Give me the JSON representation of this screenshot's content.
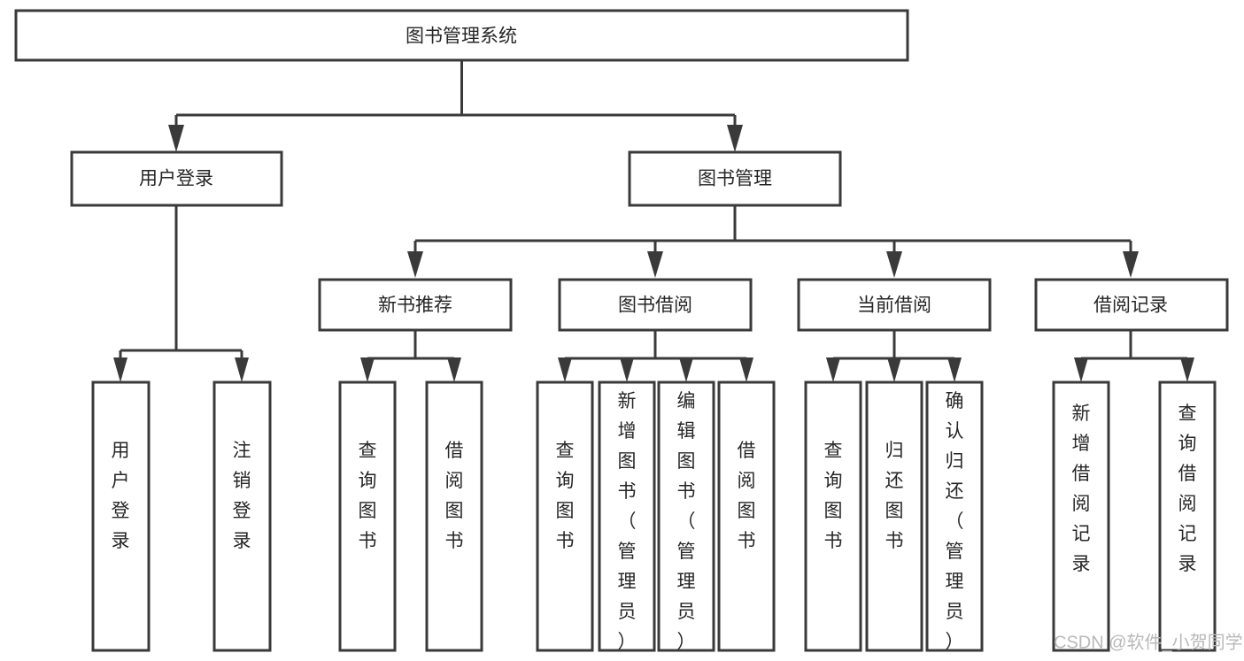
{
  "diagram": {
    "title": "图书管理系统",
    "type": "tree-hierarchy-diagram",
    "colors": {
      "background": "#ffffff",
      "box_stroke": "#3a3a3a",
      "box_fill": "#ffffff",
      "text": "#262626",
      "watermark": "#b9b9b9"
    },
    "root": {
      "label": "图书管理系统"
    },
    "level2": [
      {
        "id": "user-login",
        "label": "用户登录"
      },
      {
        "id": "book-management",
        "label": "图书管理"
      }
    ],
    "level3": [
      {
        "id": "new-book-recommend",
        "label": "新书推荐",
        "parent": "book-management"
      },
      {
        "id": "book-borrow",
        "label": "图书借阅",
        "parent": "book-management"
      },
      {
        "id": "current-borrow",
        "label": "当前借阅",
        "parent": "book-management"
      },
      {
        "id": "borrow-record",
        "label": "借阅记录",
        "parent": "book-management"
      }
    ],
    "leaves": {
      "user-login": [
        {
          "id": "leaf-user-login",
          "label": "用户登录"
        },
        {
          "id": "leaf-user-logout",
          "label": "注销登录"
        }
      ],
      "new-book-recommend": [
        {
          "id": "leaf-query-book-1",
          "label": "查询图书"
        },
        {
          "id": "leaf-borrow-book-1",
          "label": "借阅图书"
        }
      ],
      "book-borrow": [
        {
          "id": "leaf-query-book-2",
          "label": "查询图书"
        },
        {
          "id": "leaf-add-book",
          "label": "新增图书（管理员）"
        },
        {
          "id": "leaf-edit-book",
          "label": "编辑图书（管理员）"
        },
        {
          "id": "leaf-borrow-book-2",
          "label": "借阅图书"
        }
      ],
      "current-borrow": [
        {
          "id": "leaf-query-book-3",
          "label": "查询图书"
        },
        {
          "id": "leaf-return-book",
          "label": "归还图书"
        },
        {
          "id": "leaf-confirm-return",
          "label": "确认归还（管理员）"
        }
      ],
      "borrow-record": [
        {
          "id": "leaf-add-record",
          "label": "新增借阅记录"
        },
        {
          "id": "leaf-query-record",
          "label": "查询借阅记录"
        }
      ]
    }
  },
  "watermark": {
    "label": "CSDN @软件_小贺同学"
  }
}
